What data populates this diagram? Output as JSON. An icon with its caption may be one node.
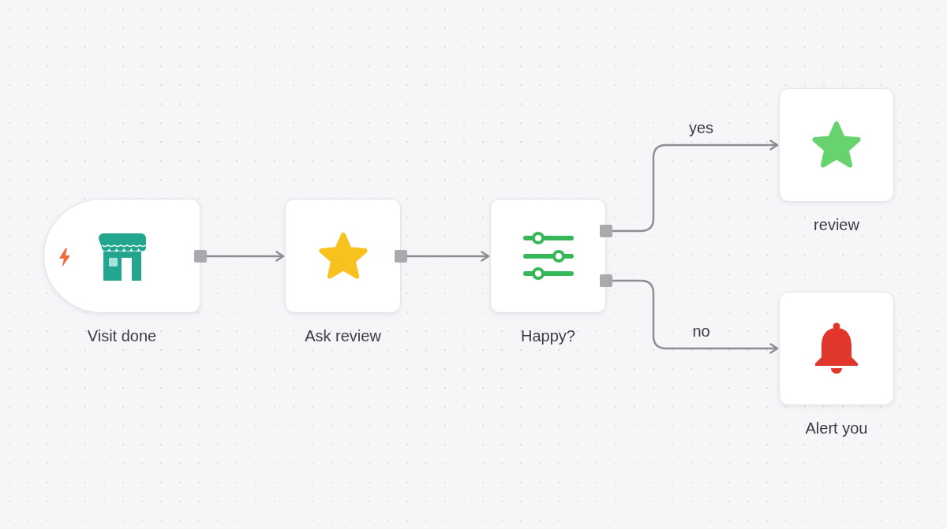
{
  "diagram": {
    "nodes": [
      {
        "text": [
          "Visit done"
        ]
      },
      {
        "text": [
          "Ask review"
        ]
      },
      {
        "text": [
          "Happy?"
        ]
      },
      {
        "text": [
          "review"
        ]
      },
      {
        "text": [
          "Alert you"
        ]
      }
    ],
    "edges": [
      {
        "from": 0,
        "to": 1,
        "arrow": "to"
      },
      {
        "from": 1,
        "to": 2,
        "arrow": "to"
      },
      {
        "from": 2,
        "to": 3,
        "arrow": "to",
        "label": "yes"
      },
      {
        "from": 2,
        "to": 4,
        "arrow": "to",
        "label": "no"
      }
    ]
  }
}
